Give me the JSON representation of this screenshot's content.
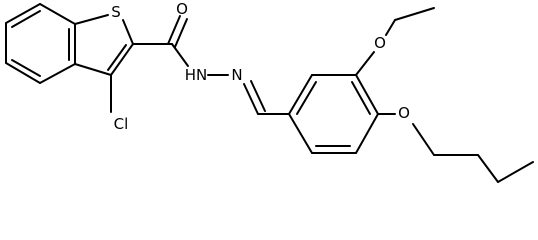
{
  "molecule": {
    "atoms": {
      "S": "S",
      "O_carbonyl": "O",
      "N1": "HN",
      "N2": "N",
      "Cl": "Cl",
      "O_ethoxy": "O",
      "O_butoxy": "O"
    }
  }
}
